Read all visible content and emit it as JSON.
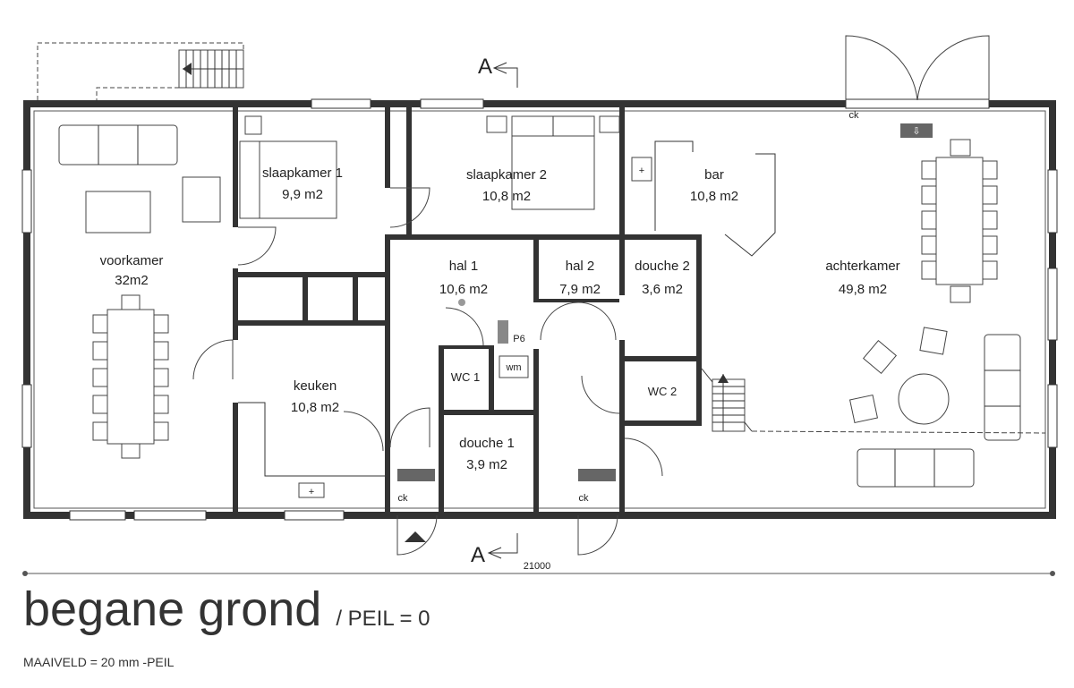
{
  "title": "begane grond",
  "level": "/ PEIL = 0",
  "ground_level": "MAAIVELD = 20 mm -PEIL",
  "dimension": "21000",
  "section_marks": {
    "top": "A",
    "bottom": "A"
  },
  "rooms": {
    "voorkamer": {
      "name": "voorkamer",
      "area": "32m2"
    },
    "slaapkamer1": {
      "name": "slaapkamer 1",
      "area": "9,9 m2"
    },
    "slaapkamer2": {
      "name": "slaapkamer 2",
      "area": "10,8 m2"
    },
    "bar": {
      "name": "bar",
      "area": "10,8 m2"
    },
    "achterkamer": {
      "name": "achterkamer",
      "area": "49,8 m2"
    },
    "hal1": {
      "name": "hal 1",
      "area": "10,6 m2"
    },
    "hal2": {
      "name": "hal 2",
      "area": "7,9 m2"
    },
    "douche2": {
      "name": "douche 2",
      "area": "3,6 m2"
    },
    "keuken": {
      "name": "keuken",
      "area": "10,8 m2"
    },
    "wc1": {
      "name": "WC 1"
    },
    "wc2": {
      "name": "WC 2"
    },
    "douche1": {
      "name": "douche 1",
      "area": "3,9 m2"
    }
  },
  "labels": {
    "wm": "wm",
    "p6": "P6",
    "ck_top": "ck",
    "ck_left": "ck",
    "ck_right": "ck"
  }
}
